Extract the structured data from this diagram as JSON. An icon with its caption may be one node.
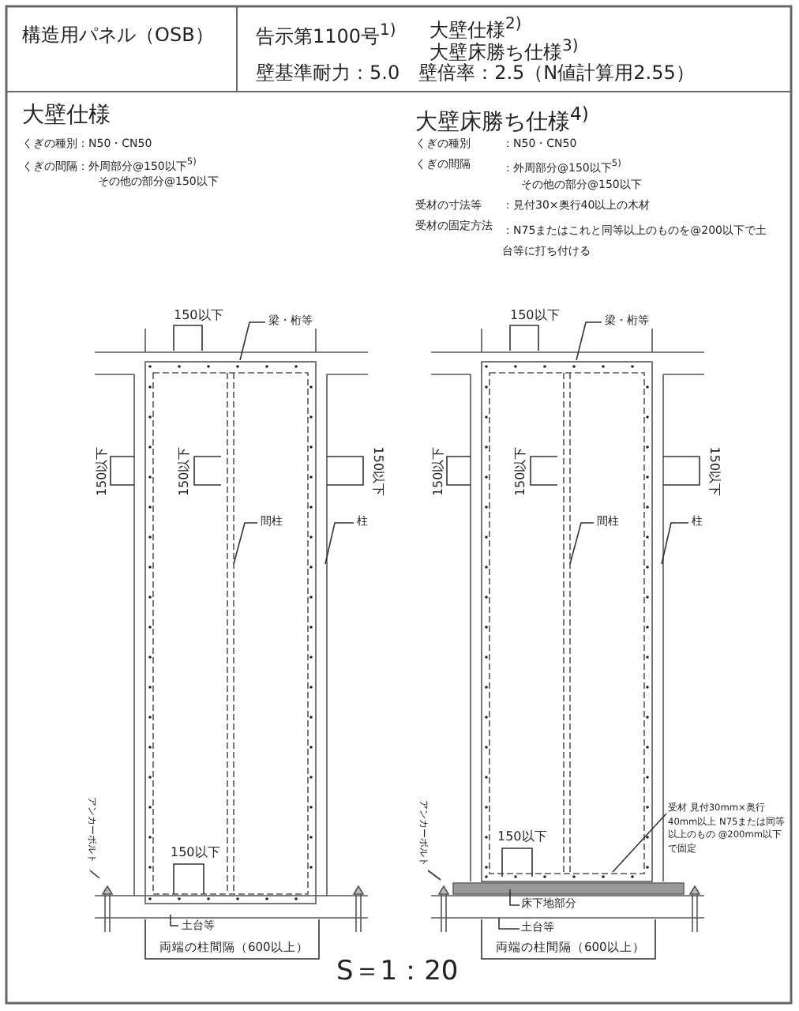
{
  "diagram": {
    "nodes": [
      {
        "text": [
          "梁・桁等"
        ]
      },
      {
        "text": [
          "間柱"
        ]
      },
      {
        "text": [
          "柱"
        ]
      },
      {
        "text": [
          "アンカーボルト"
        ]
      },
      {
        "text": [
          "土台等"
        ]
      },
      {
        "text": [
          "梁・桁等"
        ]
      },
      {
        "text": [
          "間柱"
        ]
      },
      {
        "text": [
          "柱"
        ]
      },
      {
        "text": [
          "受材 見付30mm×奥行40mm以上 N75または同等以上のもの @200mm以下で固定"
        ]
      },
      {
        "text": [
          "アンカーボルト"
        ]
      },
      {
        "text": [
          "床下地部分"
        ]
      },
      {
        "text": [
          "土台等"
        ]
      }
    ],
    "edges": [
      {
        "from": 0,
        "to": null,
        "arrow": "none"
      },
      {
        "from": 1,
        "to": null,
        "arrow": "none"
      },
      {
        "from": 2,
        "to": null,
        "arrow": "none"
      },
      {
        "from": 3,
        "to": null,
        "arrow": "none"
      },
      {
        "from": 4,
        "to": null,
        "arrow": "none"
      },
      {
        "from": 5,
        "to": null,
        "arrow": "none"
      },
      {
        "from": 6,
        "to": null,
        "arrow": "none"
      },
      {
        "from": 7,
        "to": null,
        "arrow": "none"
      },
      {
        "from": 8,
        "to": null,
        "arrow": "none"
      },
      {
        "from": 9,
        "to": null,
        "arrow": "none"
      },
      {
        "from": 10,
        "to": null,
        "arrow": "none"
      },
      {
        "from": 11,
        "to": null,
        "arrow": "none"
      }
    ],
    "labels": [
      "構造用パネル（OSB）",
      "告示第1100号$^{1)}$",
      "大壁仕様$^{2)}$",
      "大壁床勝ち仕様$^{3)}$",
      "壁基準耐力：5.0　壁倍率：2.5（N値計算用2.55）",
      "大壁仕様",
      "くぎの種別：N50・CN50",
      "くぎの間隔：外周部分@150以下$^{5)}$",
      "その他の部分@150以下",
      "大壁床勝ち仕様$^{4)}$",
      "くぎの種別",
      "：N50・CN50",
      "くぎの間隔",
      "：外周部分@150以下$^{5)}$",
      "その他の部分@150以下",
      "受材の寸法等",
      "：見付30×奥行40以上の木材",
      "受材の固定方法",
      "：N75またはこれと同等以上のものを@200以下で土台等に打ち付ける",
      "150以下",
      "150以下",
      "150以下",
      "150以下",
      "150以下",
      "両端の柱間隔（600以上）",
      "150以下",
      "150以下",
      "150以下",
      "150以下",
      "150以下",
      "両端の柱間隔（600以上）",
      "S＝1：20"
    ]
  }
}
